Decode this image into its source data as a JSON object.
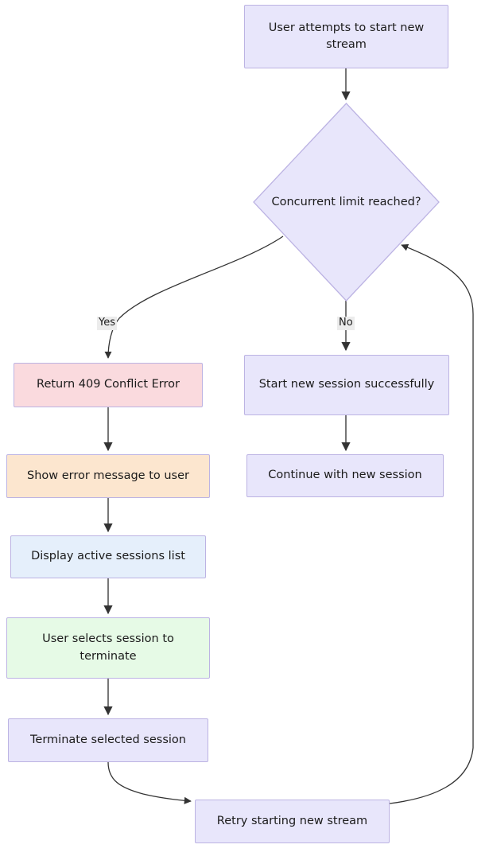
{
  "diagram": {
    "type": "flowchart",
    "direction": "top-down",
    "background_color": "#ffffff",
    "nodes": [
      {
        "id": "start",
        "label": "User attempts to start new stream",
        "shape": "rectangle",
        "fill": "#e8e6fb",
        "border": "#bcb3e3"
      },
      {
        "id": "decision",
        "label": "Concurrent limit reached?",
        "shape": "diamond",
        "fill": "#e8e6fb",
        "border": "#bcb3e3"
      },
      {
        "id": "conflict",
        "label": "Return 409 Conflict Error",
        "shape": "rectangle",
        "fill": "#fadade",
        "border": "#bcb3e3"
      },
      {
        "id": "showerror",
        "label": "Show error message to user",
        "shape": "rectangle",
        "fill": "#fce6cf",
        "border": "#bcb3e3"
      },
      {
        "id": "displaylist",
        "label": "Display active sessions list",
        "shape": "rectangle",
        "fill": "#e5effb",
        "border": "#bcb3e3"
      },
      {
        "id": "userselect",
        "label": "User selects session to terminate",
        "shape": "rectangle",
        "fill": "#e6fae6",
        "border": "#bcb3e3"
      },
      {
        "id": "terminate",
        "label": "Terminate selected session",
        "shape": "rectangle",
        "fill": "#e8e6fb",
        "border": "#bcb3e3"
      },
      {
        "id": "retry",
        "label": "Retry starting new stream",
        "shape": "rectangle",
        "fill": "#e8e6fb",
        "border": "#bcb3e3"
      },
      {
        "id": "startnew",
        "label": "Start new session successfully",
        "shape": "rectangle",
        "fill": "#e8e6fb",
        "border": "#bcb3e3"
      },
      {
        "id": "continue",
        "label": "Continue with new session",
        "shape": "rectangle",
        "fill": "#e8e6fb",
        "border": "#bcb3e3"
      }
    ],
    "edges": [
      {
        "from": "start",
        "to": "decision",
        "label": ""
      },
      {
        "from": "decision",
        "to": "conflict",
        "label": "Yes"
      },
      {
        "from": "decision",
        "to": "startnew",
        "label": "No"
      },
      {
        "from": "conflict",
        "to": "showerror",
        "label": ""
      },
      {
        "from": "showerror",
        "to": "displaylist",
        "label": ""
      },
      {
        "from": "displaylist",
        "to": "userselect",
        "label": ""
      },
      {
        "from": "userselect",
        "to": "terminate",
        "label": ""
      },
      {
        "from": "terminate",
        "to": "retry",
        "label": ""
      },
      {
        "from": "retry",
        "to": "decision",
        "label": ""
      },
      {
        "from": "startnew",
        "to": "continue",
        "label": ""
      }
    ],
    "edge_labels": {
      "yes": "Yes",
      "no": "No"
    }
  }
}
